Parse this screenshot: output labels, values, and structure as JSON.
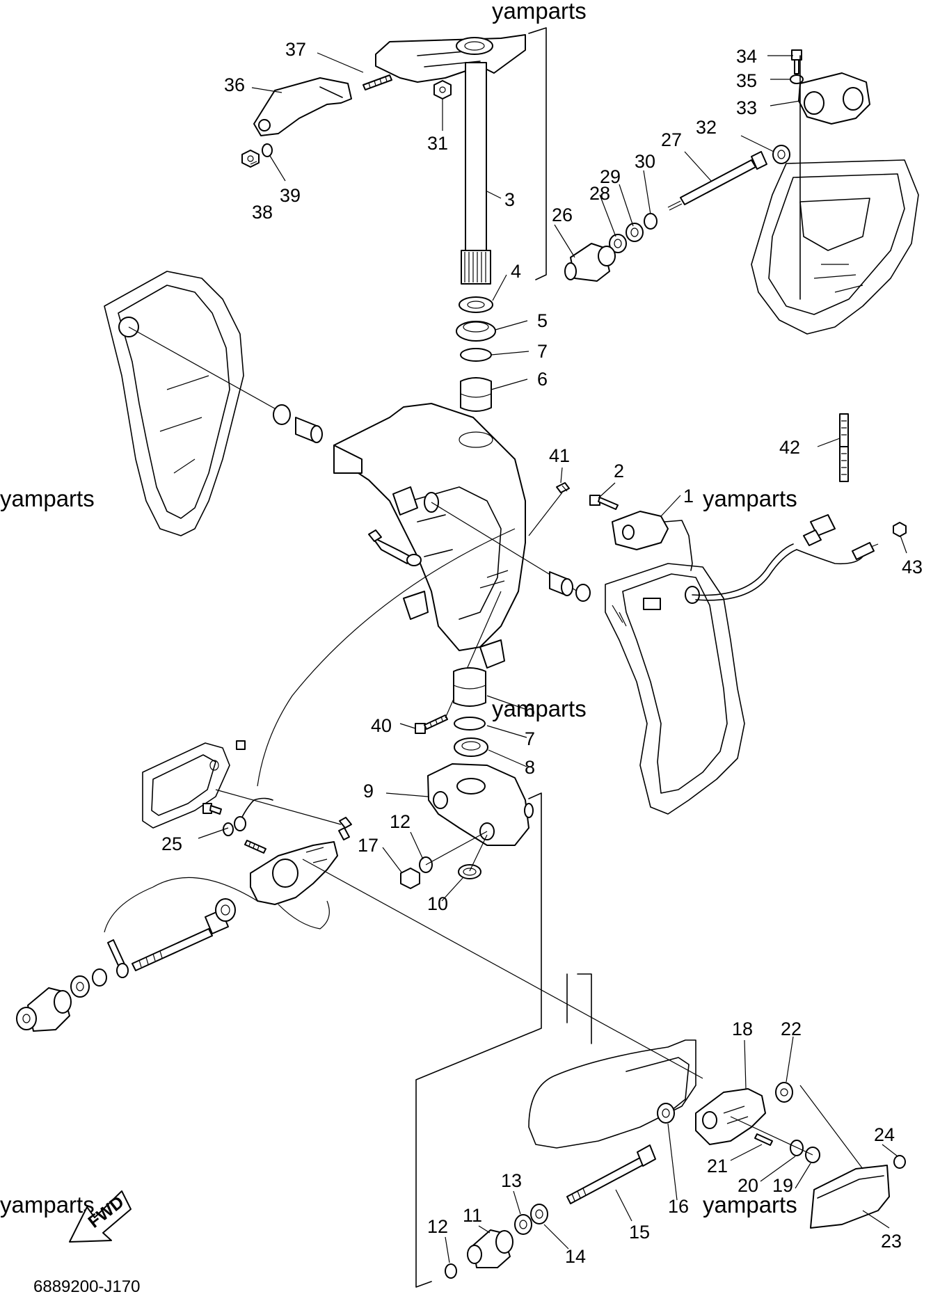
{
  "diagram": {
    "watermark": "yamparts",
    "drawing_code": "6889200-J170",
    "fwd_label": "FWD",
    "callouts": [
      {
        "id": "c1",
        "label": "1"
      },
      {
        "id": "c2",
        "label": "2"
      },
      {
        "id": "c3",
        "label": "3"
      },
      {
        "id": "c4",
        "label": "4"
      },
      {
        "id": "c5",
        "label": "5"
      },
      {
        "id": "c6a",
        "label": "6"
      },
      {
        "id": "c6b",
        "label": "6"
      },
      {
        "id": "c7a",
        "label": "7"
      },
      {
        "id": "c7b",
        "label": "7"
      },
      {
        "id": "c8",
        "label": "8"
      },
      {
        "id": "c9",
        "label": "9"
      },
      {
        "id": "c10",
        "label": "10"
      },
      {
        "id": "c11",
        "label": "11"
      },
      {
        "id": "c12a",
        "label": "12"
      },
      {
        "id": "c12b",
        "label": "12"
      },
      {
        "id": "c13",
        "label": "13"
      },
      {
        "id": "c14",
        "label": "14"
      },
      {
        "id": "c15",
        "label": "15"
      },
      {
        "id": "c16",
        "label": "16"
      },
      {
        "id": "c17",
        "label": "17"
      },
      {
        "id": "c18",
        "label": "18"
      },
      {
        "id": "c19",
        "label": "19"
      },
      {
        "id": "c20",
        "label": "20"
      },
      {
        "id": "c21",
        "label": "21"
      },
      {
        "id": "c22",
        "label": "22"
      },
      {
        "id": "c23",
        "label": "23"
      },
      {
        "id": "c24",
        "label": "24"
      },
      {
        "id": "c25",
        "label": "25"
      },
      {
        "id": "c26",
        "label": "26"
      },
      {
        "id": "c27",
        "label": "27"
      },
      {
        "id": "c28",
        "label": "28"
      },
      {
        "id": "c29",
        "label": "29"
      },
      {
        "id": "c30",
        "label": "30"
      },
      {
        "id": "c31",
        "label": "31"
      },
      {
        "id": "c32",
        "label": "32"
      },
      {
        "id": "c33",
        "label": "33"
      },
      {
        "id": "c34",
        "label": "34"
      },
      {
        "id": "c35",
        "label": "35"
      },
      {
        "id": "c36",
        "label": "36"
      },
      {
        "id": "c37",
        "label": "37"
      },
      {
        "id": "c38",
        "label": "38"
      },
      {
        "id": "c39",
        "label": "39"
      },
      {
        "id": "c40",
        "label": "40"
      },
      {
        "id": "c41",
        "label": "41"
      },
      {
        "id": "c42",
        "label": "42"
      },
      {
        "id": "c43",
        "label": "43"
      }
    ]
  }
}
